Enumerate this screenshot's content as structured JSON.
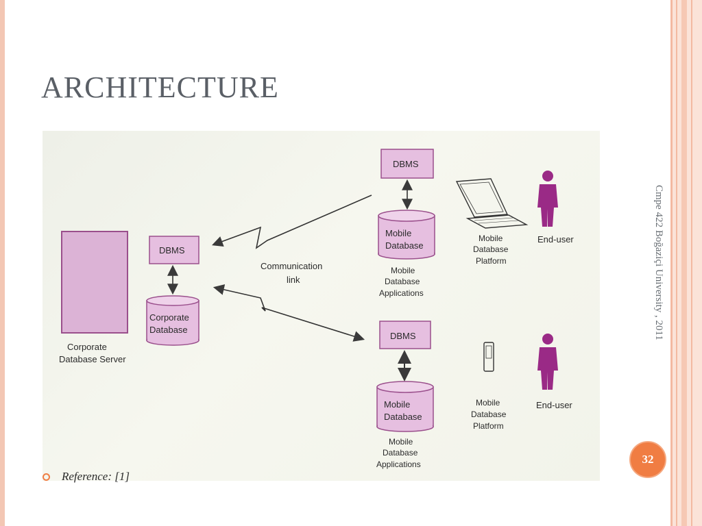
{
  "slide": {
    "title": "ARCHITECTURE",
    "side_text": "Cmpe 422 Boğaziçi University , 2011",
    "page_number": "32",
    "reference": "Reference: [1]"
  },
  "diagram": {
    "server_label_line1": "Corporate",
    "server_label_line2": "Database Server",
    "corporate_dbms": "DBMS",
    "corporate_db_line1": "Corporate",
    "corporate_db_line2": "Database",
    "comm_line1": "Communication",
    "comm_line2": "link",
    "top": {
      "dbms": "DBMS",
      "mobile_db_line1": "Mobile",
      "mobile_db_line2": "Database",
      "apps_line1": "Mobile",
      "apps_line2": "Database",
      "apps_line3": "Applications",
      "platform_line1": "Mobile",
      "platform_line2": "Database",
      "platform_line3": "Platform",
      "end_user": "End-user"
    },
    "bottom": {
      "dbms": "DBMS",
      "mobile_db_line1": "Mobile",
      "mobile_db_line2": "Database",
      "apps_line1": "Mobile",
      "apps_line2": "Database",
      "apps_line3": "Applications",
      "platform_line1": "Mobile",
      "platform_line2": "Database",
      "platform_line3": "Platform",
      "end_user": "End-user"
    }
  },
  "colors": {
    "accent": "#f07d43",
    "box_fill": "#e6bfe0",
    "person": "#9a2a86",
    "title": "#5a5f66"
  }
}
